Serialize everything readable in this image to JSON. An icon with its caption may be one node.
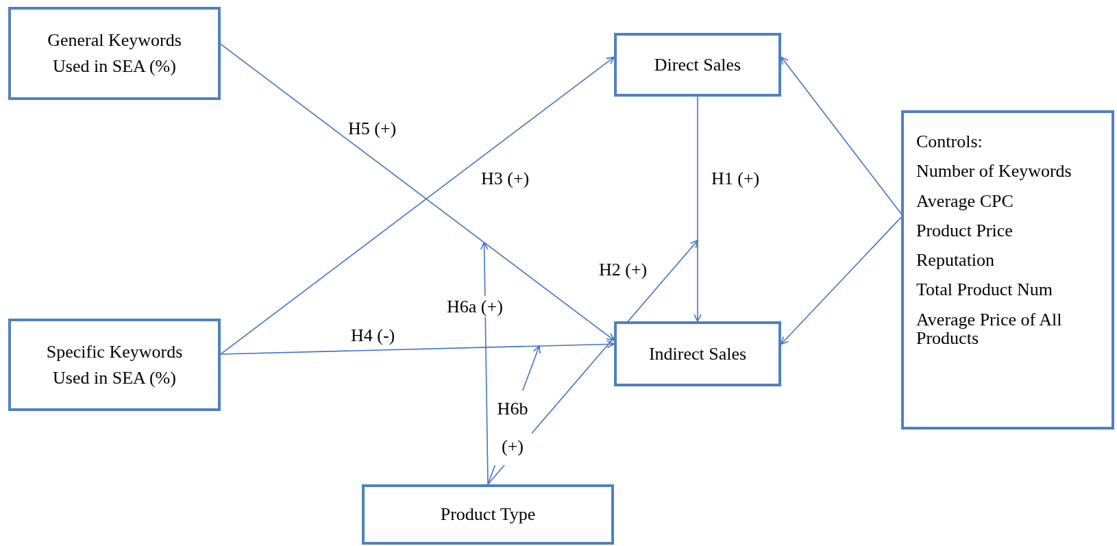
{
  "diagram": {
    "nodes": [
      {
        "text": [
          "General Keywords Used in SEA (%)"
        ]
      },
      {
        "text": [
          "Direct Sales"
        ]
      },
      {
        "text": [
          "Controls:",
          "Number of Keywords",
          "Average CPC",
          "Product Price",
          "Reputation",
          "Total Product Num",
          "Average Price of All Products"
        ]
      },
      {
        "text": [
          "Specific Keywords Used in SEA (%)"
        ]
      },
      {
        "text": [
          "Indirect Sales"
        ]
      },
      {
        "text": [
          "Product Type"
        ]
      }
    ],
    "edges": [
      {
        "from": 0,
        "to": 4,
        "arrow": "to",
        "label": "H5 (+)"
      },
      {
        "from": 3,
        "to": 1,
        "arrow": "to",
        "label": "H3 (+)"
      },
      {
        "from": 1,
        "to": 4,
        "arrow": "to",
        "label": "H1 (+)"
      },
      {
        "from": 3,
        "to": 4,
        "arrow": "to",
        "label": "H4 (-)"
      },
      {
        "from": 2,
        "to": 1,
        "arrow": "to"
      },
      {
        "from": 2,
        "to": 4,
        "arrow": "to"
      },
      {
        "from": 5,
        "to": null,
        "arrow": "to",
        "label": "H6a (+)"
      },
      {
        "from": 5,
        "to": null,
        "arrow": "to",
        "label": "H6b (+)"
      },
      {
        "from": 5,
        "to": null,
        "arrow": "to",
        "label": "H2 (+)"
      }
    ]
  }
}
